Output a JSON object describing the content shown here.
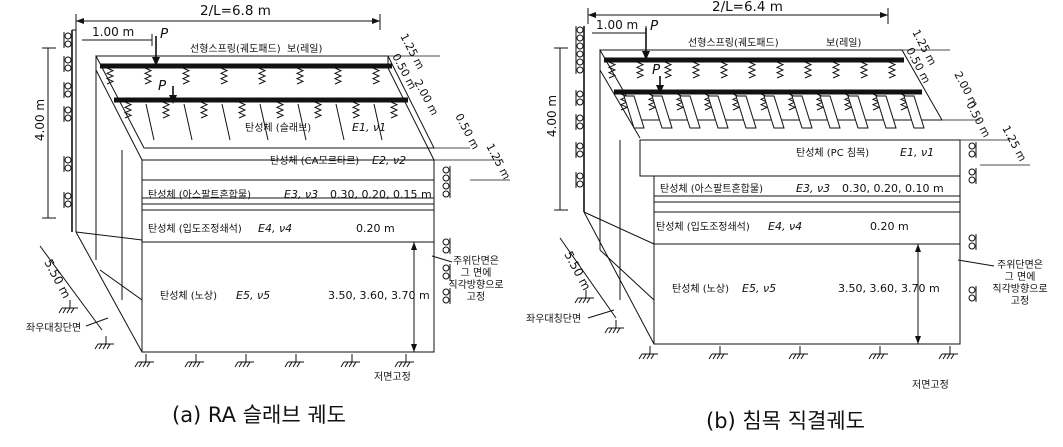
{
  "figures": [
    {
      "caption": "(a) RA 슬래브 궤도",
      "total_length": "2/L=6.8 m",
      "dim_top_left": "1.00 m",
      "load": "P",
      "dims_right": [
        "1.25 m",
        "0.50 m",
        "2.00 m",
        "0.50 m",
        "1.25 m"
      ],
      "height": "4.00 m",
      "depth": "5.50 m",
      "spring": "선형스프링(궤도패드)",
      "rail": "보(레일)",
      "layers": [
        {
          "name": "탄성체 (슬래브)",
          "props": "E1, ν1",
          "thickness": ""
        },
        {
          "name": "탄성체 (CA모르타르)",
          "props": "E2, ν2",
          "thickness": ""
        },
        {
          "name": "탄성체 (아스팔트혼합물)",
          "props": "E3, ν3",
          "thickness": "0.30, 0.20, 0.15 m"
        },
        {
          "name": "탄성체 (입도조정쇄석)",
          "props": "E4, ν4",
          "thickness": "0.20 m"
        },
        {
          "name": "탄성체 (노상)",
          "props": "E5, ν5",
          "thickness": "3.50, 3.60, 3.70 m"
        }
      ],
      "side_note": [
        "주위단면은",
        "그 면에",
        "직각방향으로",
        "고정"
      ],
      "symmetry": "좌우대칭단면",
      "bottom_fixed": "저면고정"
    },
    {
      "caption": "(b) 침목 직결궤도",
      "total_length": "2/L=6.4 m",
      "dim_top_left": "1.00 m",
      "load": "P",
      "dims_right": [
        "1.25 m",
        "0.50 m",
        "2.00 m",
        "0.50 m",
        "1.25 m"
      ],
      "height": "4.00 m",
      "depth": "5.50 m",
      "spring": "선형스프링(궤도패드)",
      "rail": "보(레일)",
      "layers": [
        {
          "name": "탄성체 (PC 침목)",
          "props": "E1, ν1",
          "thickness": ""
        },
        {
          "name": "탄성체 (아스팔트혼합물)",
          "props": "E3, ν3",
          "thickness": "0.30, 0.20, 0.10 m"
        },
        {
          "name": "탄성체 (입도조정쇄석)",
          "props": "E4, ν4",
          "thickness": "0.20 m"
        },
        {
          "name": "탄성체 (노상)",
          "props": "E5, ν5",
          "thickness": "3.50, 3.60, 3.70 m"
        }
      ],
      "side_note": [
        "주위단면은",
        "그 면에",
        "직각방향으로",
        "고정"
      ],
      "symmetry": "좌우대칭단면",
      "bottom_fixed": "저면고정"
    }
  ]
}
